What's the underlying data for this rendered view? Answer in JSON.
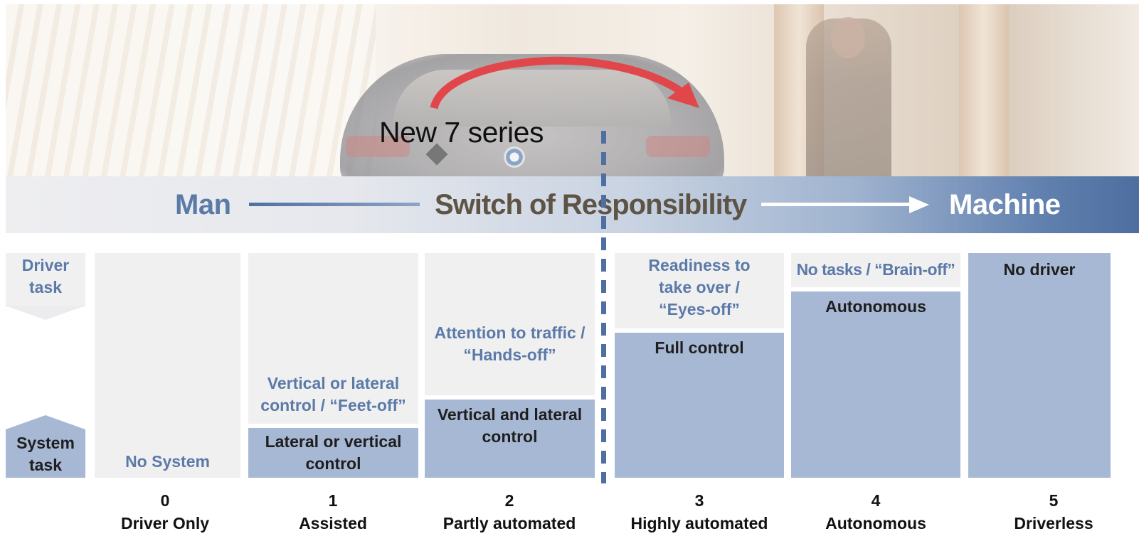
{
  "photo_caption": "New 7 series",
  "band": {
    "left_label": "Man",
    "center_label": "Switch of Responsibility",
    "right_label": "Machine"
  },
  "axis": {
    "driver_task": "Driver task",
    "system_task": "System task"
  },
  "levels": [
    {
      "number": "0",
      "name": "Driver Only",
      "driver_label": "",
      "system_label": "No System"
    },
    {
      "number": "1",
      "name": "Assisted",
      "driver_label": "Vertical or lateral control / “Feet-off”",
      "system_label": "Lateral or vertical control"
    },
    {
      "number": "2",
      "name": "Partly automated",
      "driver_label": "Attention to traffic / “Hands-off”",
      "system_label": "Vertical and lateral control"
    },
    {
      "number": "3",
      "name": "Highly automated",
      "driver_label": "Readiness to take over / “Eyes-off”",
      "system_label": "Full control"
    },
    {
      "number": "4",
      "name": "Autonomous",
      "driver_label": "No tasks / “Brain-off”",
      "system_label": "Autonomous"
    },
    {
      "number": "5",
      "name": "Driverless",
      "driver_label": "",
      "system_label": "No driver"
    }
  ],
  "colors": {
    "accent_blue": "#5b7aa8",
    "panel_blue": "#a7b8d4",
    "panel_grey": "#f0f0f1",
    "arrow_red": "#e0464a",
    "divider": "#4f6fa3"
  }
}
